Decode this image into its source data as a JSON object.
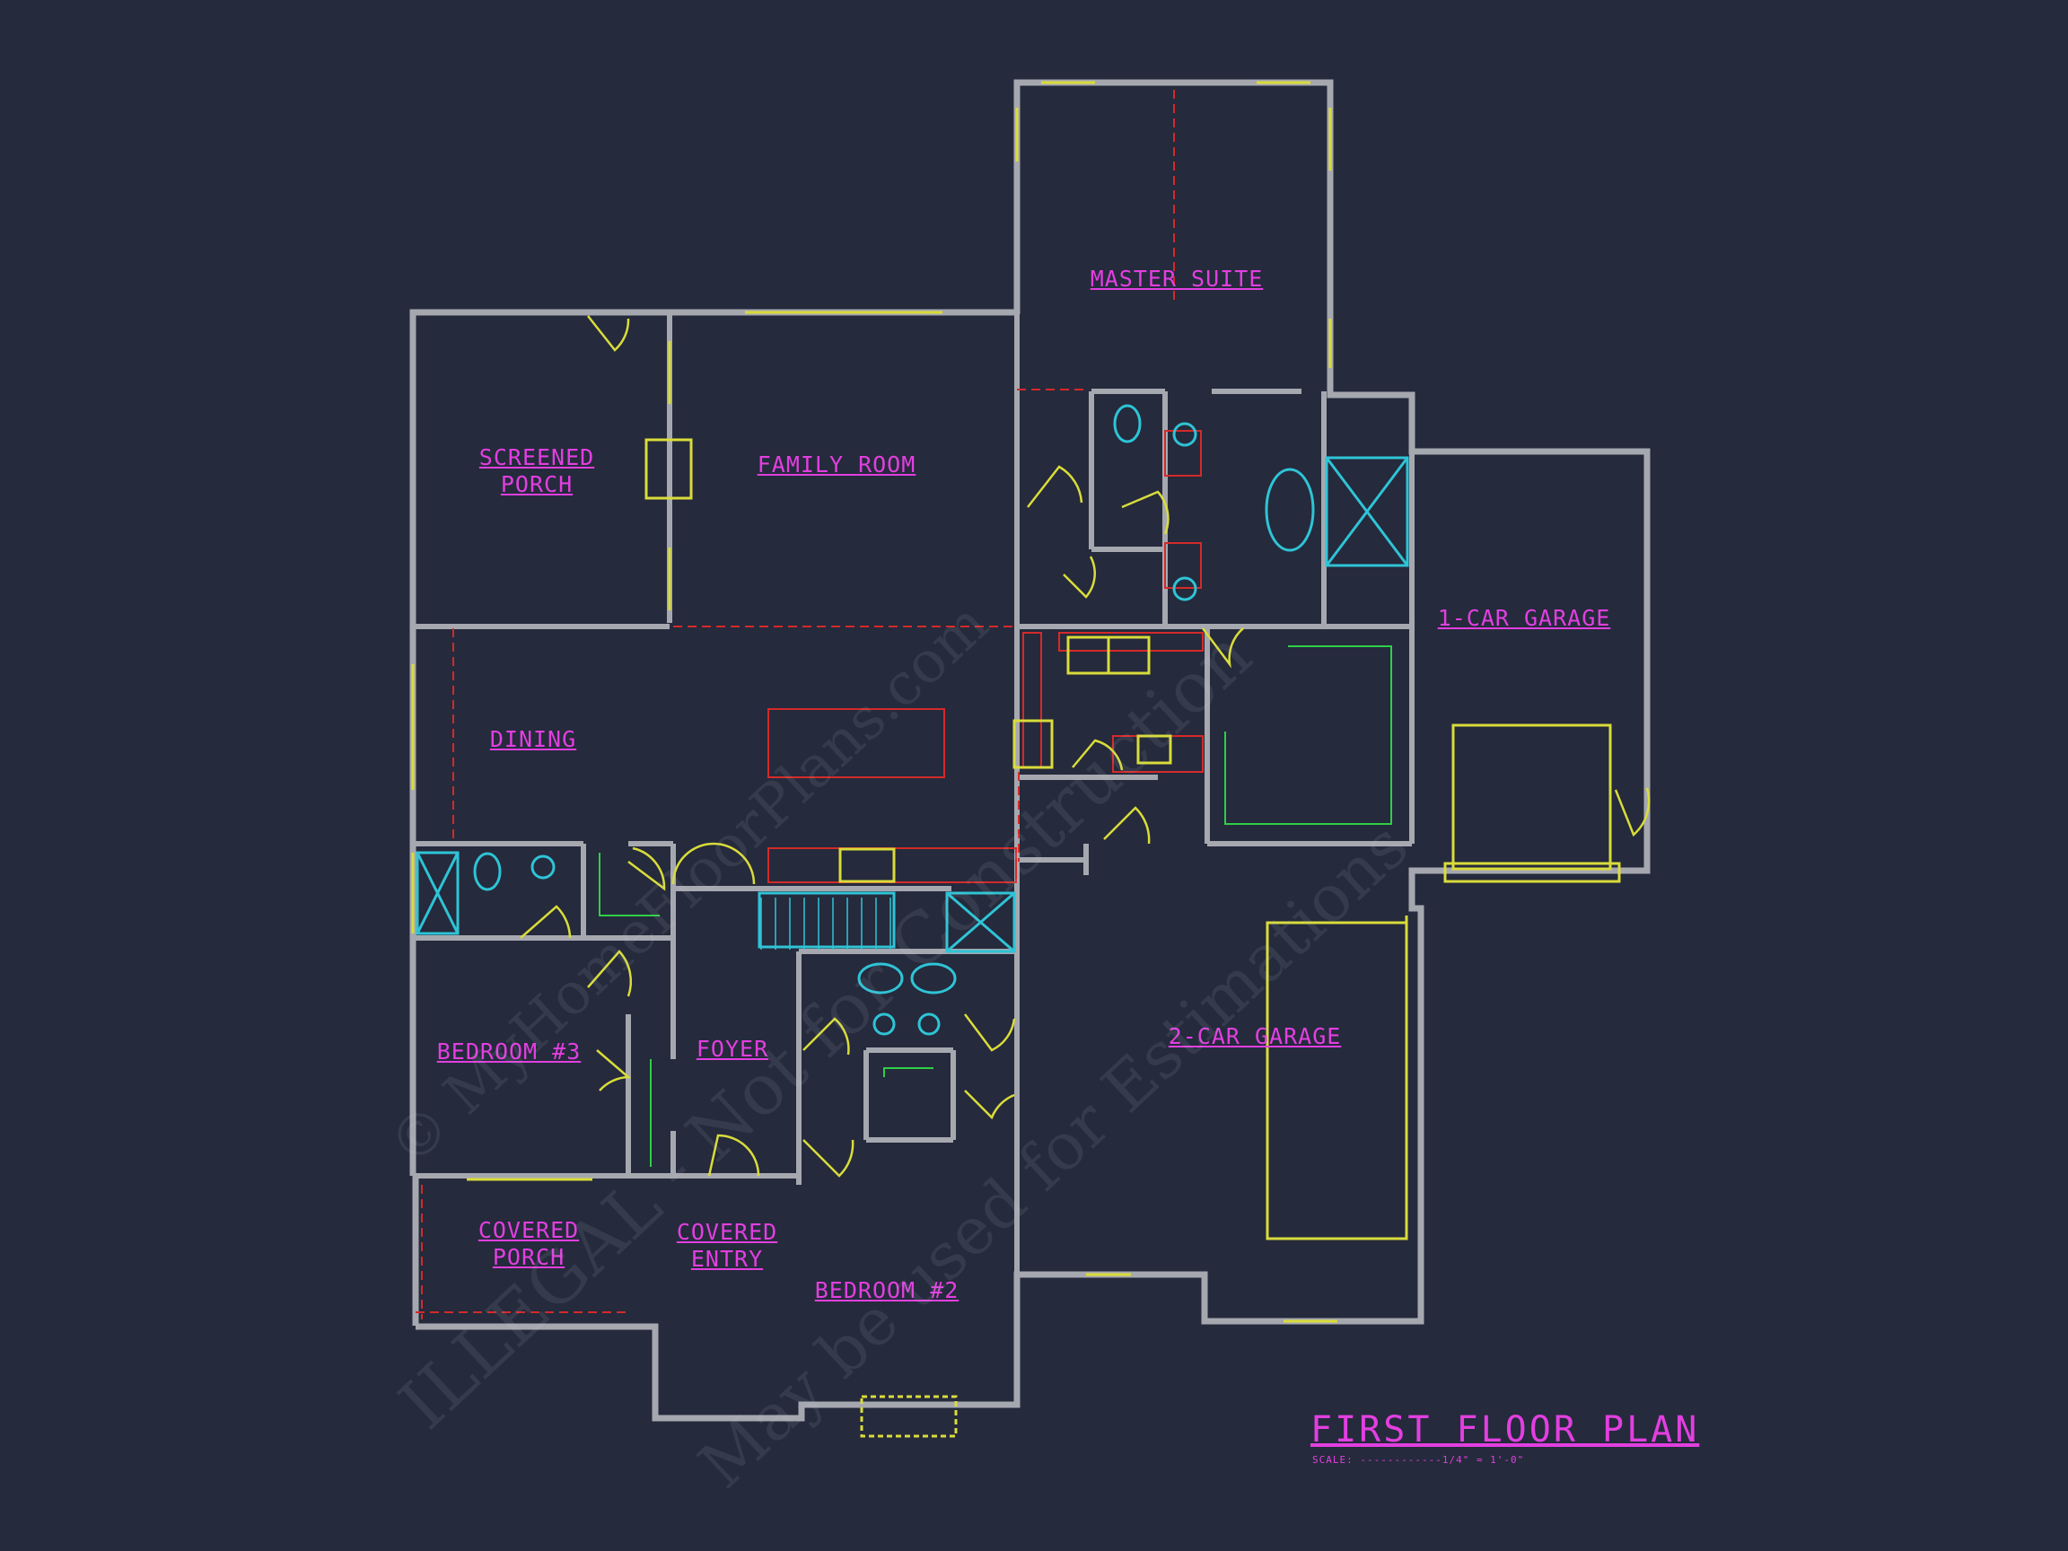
{
  "rooms": {
    "master_suite": "MASTER SUITE",
    "screened_porch": "SCREENED\nPORCH",
    "family_room": "FAMILY ROOM",
    "one_car_garage": "1-CAR GARAGE",
    "dining": "DINING",
    "bedroom_3": "BEDROOM #3",
    "foyer": "FOYER",
    "two_car_garage": "2-CAR GARAGE",
    "covered_porch": "COVERED\nPORCH",
    "covered_entry": "COVERED\nENTRY",
    "bedroom_2": "BEDROOM #2"
  },
  "plan": {
    "title": "FIRST FLOOR PLAN",
    "scale": "SCALE: ------------1/4\" = 1'-0\""
  },
  "watermark": {
    "line1": "© MyHomeFloorPlans.com",
    "line2": "ILLEGAL - Not for Construction",
    "line3": "May be used for Estimations"
  },
  "colors": {
    "background": "#252a3c",
    "wall": "#a6a8b0",
    "label": "#e23fe0",
    "window": "#d9dc3a",
    "fixture": "#2ec4d6",
    "cabinet": "#d42a2a",
    "green": "#2fcf47"
  }
}
